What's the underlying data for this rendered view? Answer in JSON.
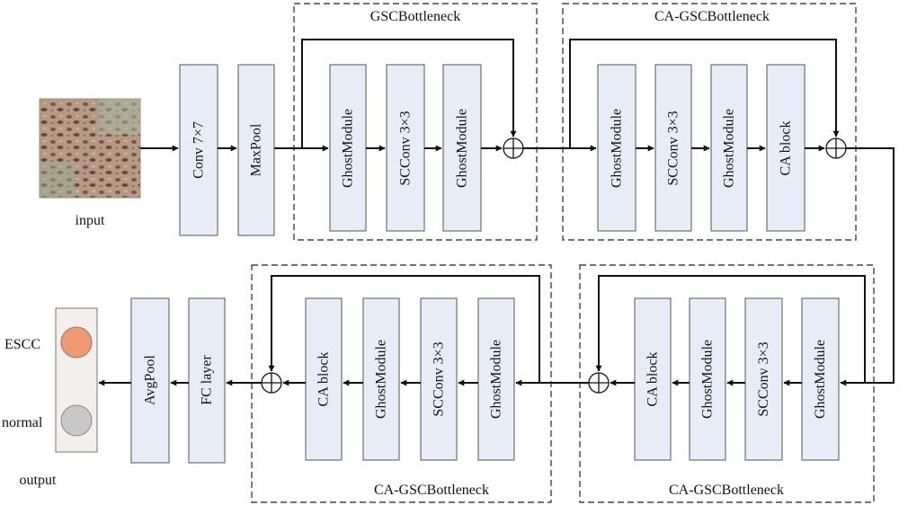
{
  "input": {
    "label": "input"
  },
  "stem": {
    "conv_label": "Conv 7×7",
    "pool_label": "MaxPool"
  },
  "stage1": {
    "title": "GSCBottleneck",
    "blocks": [
      "GhostModule",
      "SCConv 3×3",
      "GhostModule"
    ]
  },
  "stage2": {
    "title": "CA-GSCBottleneck",
    "blocks": [
      "GhostModule",
      "SCConv 3×3",
      "GhostModule",
      "CA block"
    ]
  },
  "stage3": {
    "title": "CA-GSCBottleneck",
    "blocks": [
      "CA block",
      "GhostModule",
      "SCConv 3×3",
      "GhostModule"
    ]
  },
  "stage4": {
    "title": "CA-GSCBottleneck",
    "blocks": [
      "CA block",
      "GhostModule",
      "SCConv 3×3",
      "GhostModule"
    ]
  },
  "head": {
    "fc_label": "FC layer",
    "pool_label": "AvgPool"
  },
  "output": {
    "label": "output",
    "classes": [
      {
        "label": "ESCC",
        "color": "#ef9a74"
      },
      {
        "label": "normal",
        "color": "#c8c8c8"
      }
    ]
  },
  "colors": {
    "block_fill": "#e8ecf6",
    "line": "#111111",
    "box_border": "#444444"
  }
}
